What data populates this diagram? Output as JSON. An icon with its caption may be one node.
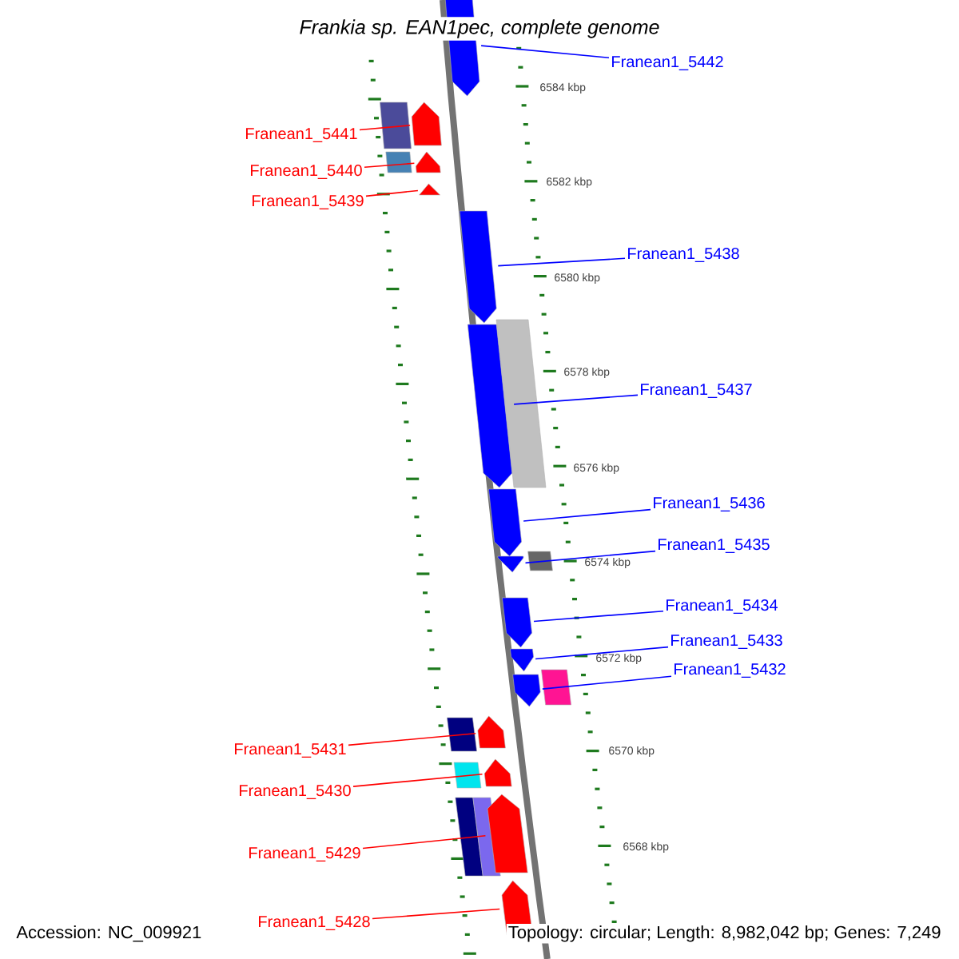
{
  "diagram": {
    "title": "*Frankia* sp. EAN1pec, complete genome",
    "nodes": [
      {
        "text": [
          "Franean1_5442"
        ]
      },
      {
        "text": [],
        "shape": "arrow"
      },
      {
        "text": [
          "Franean1_5441"
        ]
      },
      {
        "text": [],
        "shape": "bar"
      },
      {
        "text": [],
        "shape": "arrow"
      },
      {
        "text": [
          "Franean1_5440"
        ]
      },
      {
        "text": [],
        "shape": "bar"
      },
      {
        "text": [],
        "shape": "arrow"
      },
      {
        "text": [
          "Franean1_5439"
        ]
      },
      {
        "text": [],
        "shape": "arrow"
      },
      {
        "text": [
          "Franean1_5438"
        ]
      },
      {
        "text": [],
        "shape": "arrow"
      },
      {
        "text": [
          "Franean1_5437"
        ]
      },
      {
        "text": [],
        "shape": "arrow"
      },
      {
        "text": [],
        "shape": "bar"
      },
      {
        "text": [
          "Franean1_5436"
        ]
      },
      {
        "text": [],
        "shape": "arrow"
      },
      {
        "text": [
          "Franean1_5435"
        ]
      },
      {
        "text": [],
        "shape": "arrow"
      },
      {
        "text": [],
        "shape": "bar"
      },
      {
        "text": [
          "Franean1_5434"
        ]
      },
      {
        "text": [],
        "shape": "arrow"
      },
      {
        "text": [
          "Franean1_5433"
        ]
      },
      {
        "text": [],
        "shape": "arrow"
      },
      {
        "text": [
          "Franean1_5432"
        ]
      },
      {
        "text": [],
        "shape": "arrow"
      },
      {
        "text": [],
        "shape": "bar"
      },
      {
        "text": [
          "Franean1_5431"
        ]
      },
      {
        "text": [],
        "shape": "bar"
      },
      {
        "text": [],
        "shape": "arrow"
      },
      {
        "text": [
          "Franean1_5430"
        ]
      },
      {
        "text": [],
        "shape": "bar"
      },
      {
        "text": [],
        "shape": "arrow"
      },
      {
        "text": [
          "Franean1_5429"
        ]
      },
      {
        "text": [],
        "shape": "bar"
      },
      {
        "text": [],
        "shape": "bar"
      },
      {
        "text": [],
        "shape": "arrow"
      },
      {
        "text": [
          "Franean1_5428"
        ]
      },
      {
        "text": [],
        "shape": "arrow"
      }
    ],
    "edges": [
      {
        "from": 0,
        "to": 1,
        "arrow": "none"
      },
      {
        "from": 2,
        "to": 4,
        "arrow": "none",
        "color": "#ff0000"
      },
      {
        "from": 5,
        "to": 7,
        "arrow": "none",
        "color": "#ff0000"
      },
      {
        "from": 8,
        "to": 9,
        "arrow": "none",
        "color": "#ff0000"
      },
      {
        "from": 10,
        "to": 11,
        "arrow": "none"
      },
      {
        "from": 12,
        "to": 13,
        "arrow": "none"
      },
      {
        "from": 15,
        "to": 16,
        "arrow": "none"
      },
      {
        "from": 17,
        "to": 18,
        "arrow": "none"
      },
      {
        "from": 20,
        "to": 21,
        "arrow": "none"
      },
      {
        "from": 22,
        "to": 23,
        "arrow": "none"
      },
      {
        "from": 24,
        "to": 25,
        "arrow": "none"
      },
      {
        "from": 27,
        "to": 29,
        "arrow": "none",
        "color": "#ff0000"
      },
      {
        "from": 30,
        "to": 32,
        "arrow": "none",
        "color": "#ff0000"
      },
      {
        "from": 33,
        "to": 36,
        "arrow": "none",
        "color": "#ff0000"
      },
      {
        "from": 37,
        "to": 38,
        "arrow": "none",
        "color": "#ff0000"
      }
    ],
    "labels": [
      "6584 kbp",
      "6582 kbp",
      "6580 kbp",
      "6578 kbp",
      "6576 kbp",
      "6574 kbp",
      "6572 kbp",
      "6570 kbp",
      "6568 kbp",
      "Accession: NC_009921",
      "Topology: circular; Length: 8,982,042 bp; Genes: 7,249"
    ]
  }
}
